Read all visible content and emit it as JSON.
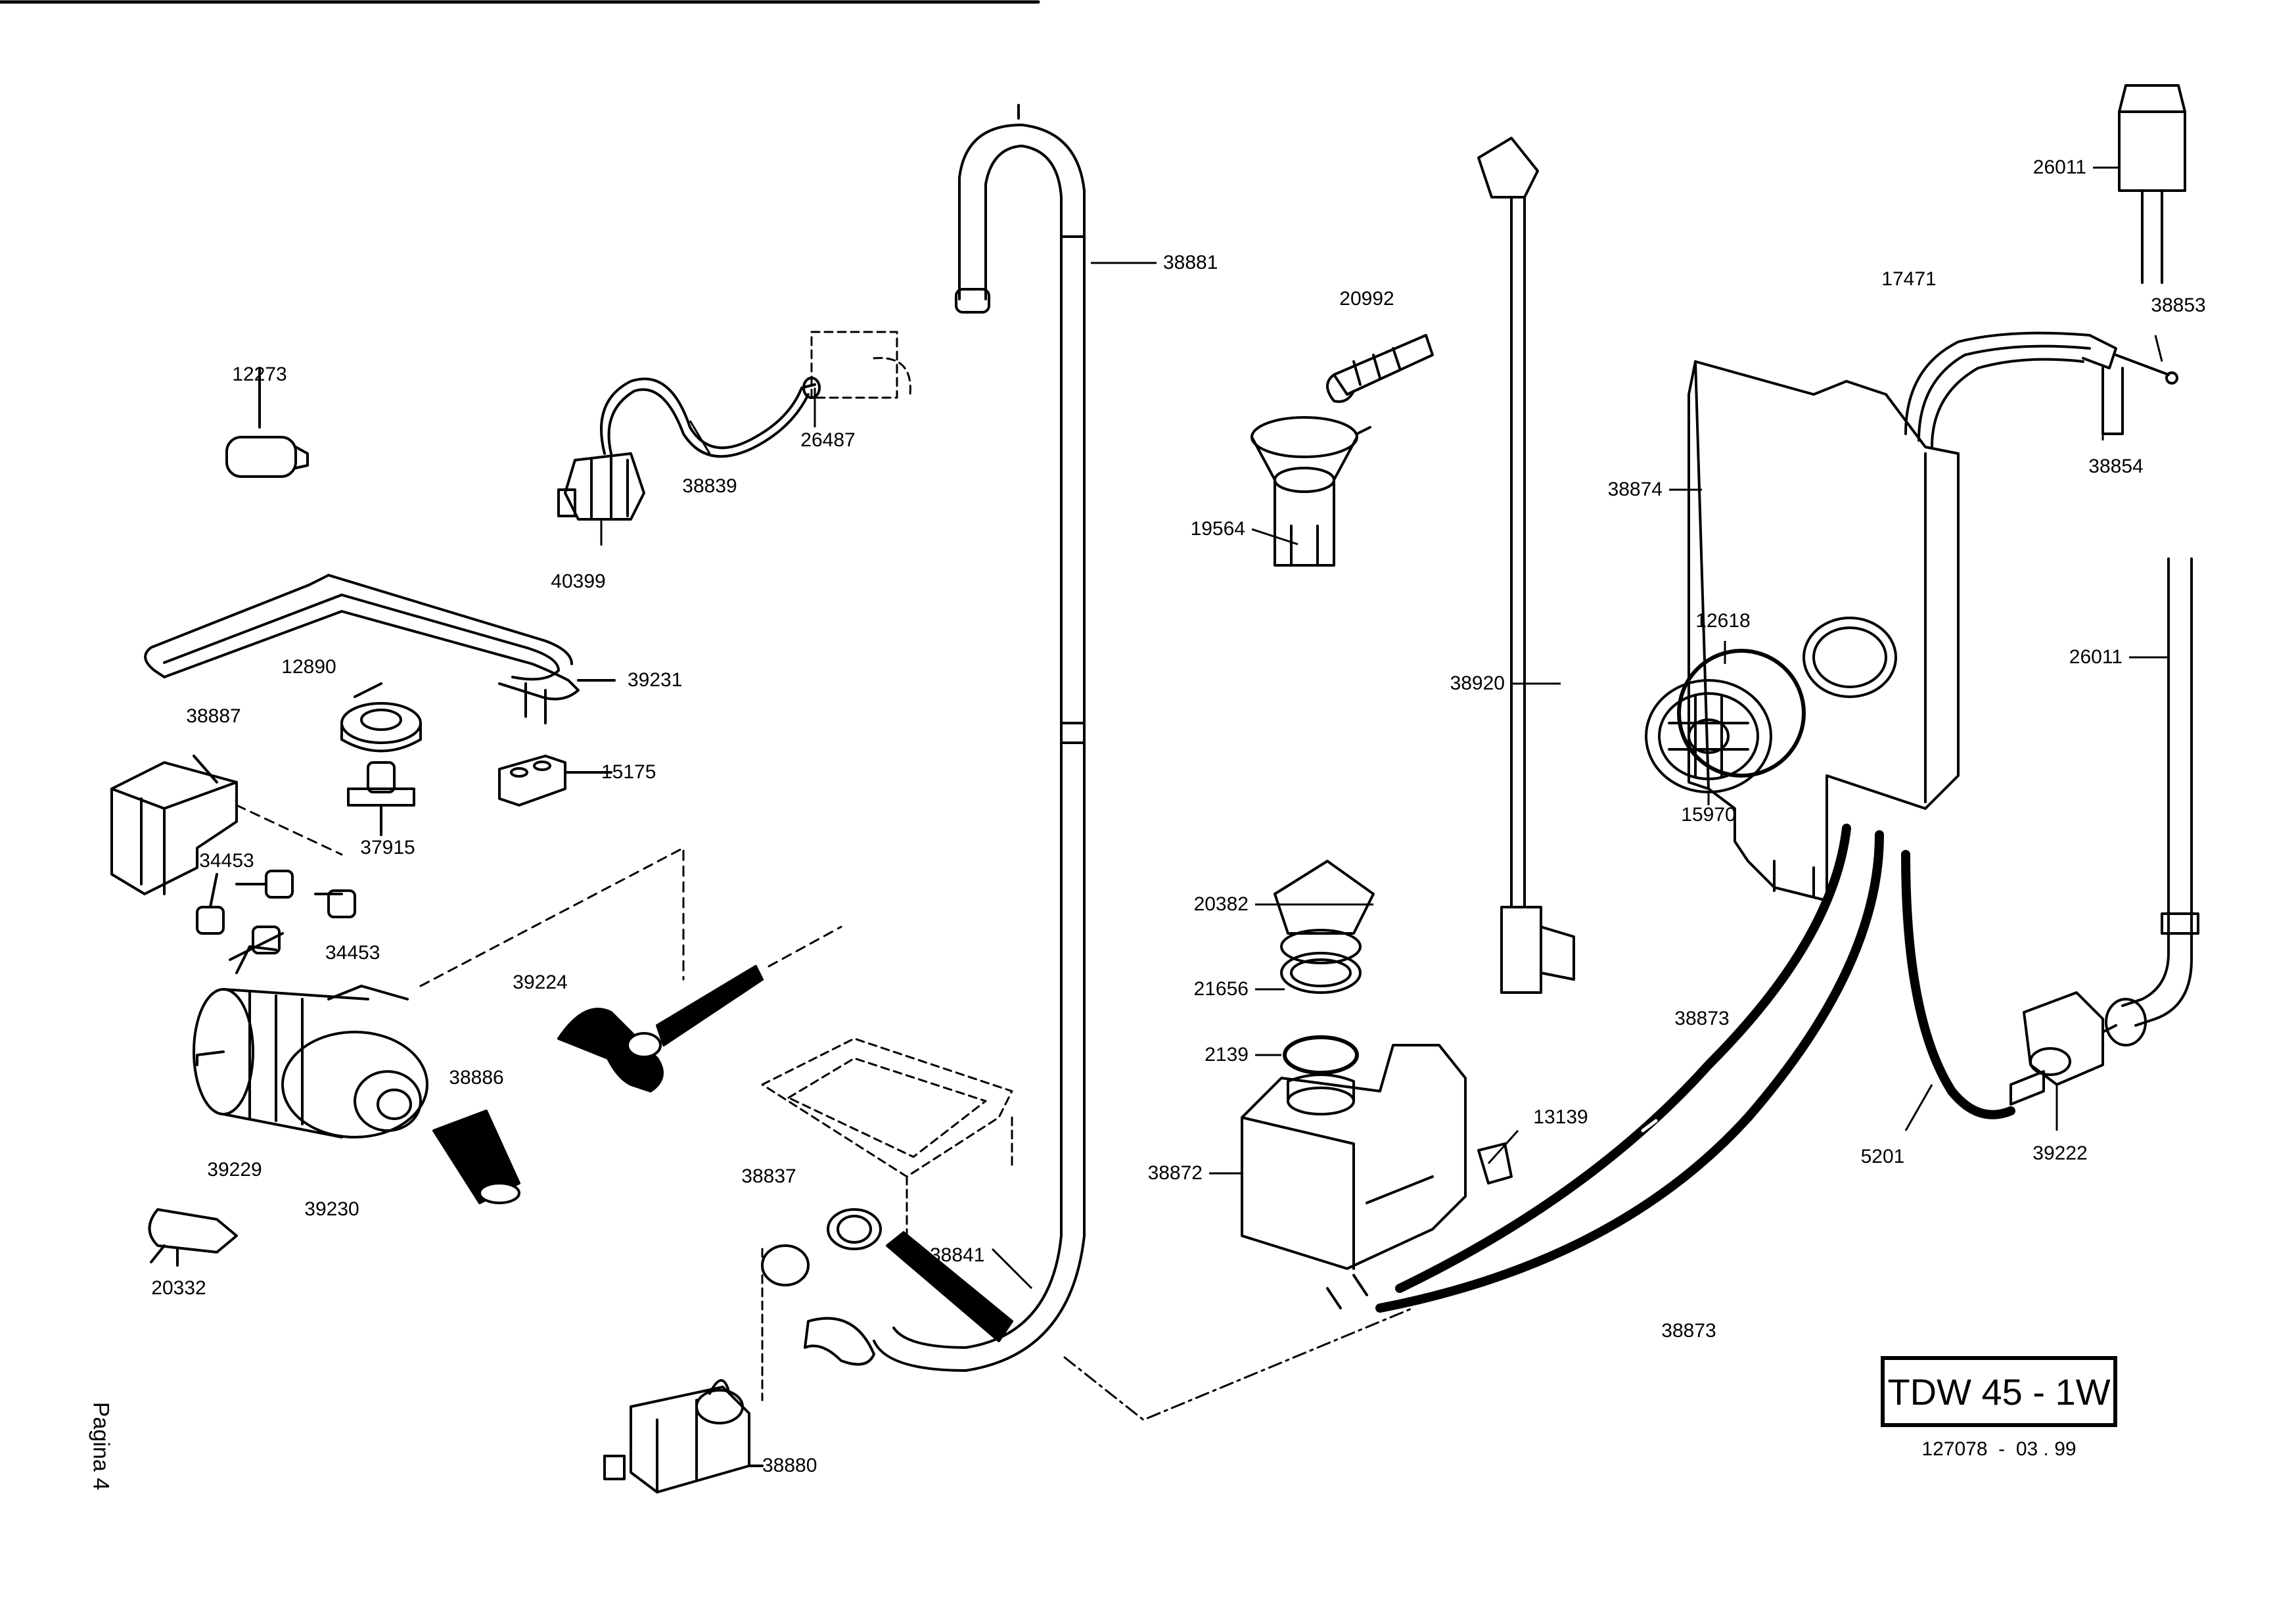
{
  "diagram": {
    "model": "TDW 45 - 1W",
    "document_code": "127078  -  03 . 99",
    "page": "Pagina 4",
    "parts": [
      {
        "id": "p12273",
        "label": "12273"
      },
      {
        "id": "p12890",
        "label": "12890"
      },
      {
        "id": "p39231",
        "label": "39231"
      },
      {
        "id": "p38887",
        "label": "38887"
      },
      {
        "id": "p15175",
        "label": "15175"
      },
      {
        "id": "p37915",
        "label": "37915"
      },
      {
        "id": "p34453a",
        "label": "34453"
      },
      {
        "id": "p34453b",
        "label": "34453"
      },
      {
        "id": "p39224",
        "label": "39224"
      },
      {
        "id": "p38886",
        "label": "38886"
      },
      {
        "id": "p39229",
        "label": "39229"
      },
      {
        "id": "p39230",
        "label": "39230"
      },
      {
        "id": "p20332",
        "label": "20332"
      },
      {
        "id": "p38839",
        "label": "38839"
      },
      {
        "id": "p26487",
        "label": "26487"
      },
      {
        "id": "p40399",
        "label": "40399"
      },
      {
        "id": "p38881",
        "label": "38881"
      },
      {
        "id": "p38837",
        "label": "38837"
      },
      {
        "id": "p38841",
        "label": "38841"
      },
      {
        "id": "p38880",
        "label": "38880"
      },
      {
        "id": "p20992",
        "label": "20992"
      },
      {
        "id": "p19564",
        "label": "19564"
      },
      {
        "id": "p38920",
        "label": "38920"
      },
      {
        "id": "p20382",
        "label": "20382"
      },
      {
        "id": "p21656",
        "label": "21656"
      },
      {
        "id": "p2139",
        "label": "2139"
      },
      {
        "id": "p38872",
        "label": "38872"
      },
      {
        "id": "p13139",
        "label": "13139"
      },
      {
        "id": "p38874",
        "label": "38874"
      },
      {
        "id": "p12618",
        "label": "12618"
      },
      {
        "id": "p15970",
        "label": "15970"
      },
      {
        "id": "p38873a",
        "label": "38873"
      },
      {
        "id": "p38873b",
        "label": "38873"
      },
      {
        "id": "p5201",
        "label": "5201"
      },
      {
        "id": "p39222",
        "label": "39222"
      },
      {
        "id": "p26011a",
        "label": "26011"
      },
      {
        "id": "p26011b",
        "label": "26011"
      },
      {
        "id": "p17471",
        "label": "17471"
      },
      {
        "id": "p38853",
        "label": "38853"
      },
      {
        "id": "p38854",
        "label": "38854"
      }
    ]
  }
}
